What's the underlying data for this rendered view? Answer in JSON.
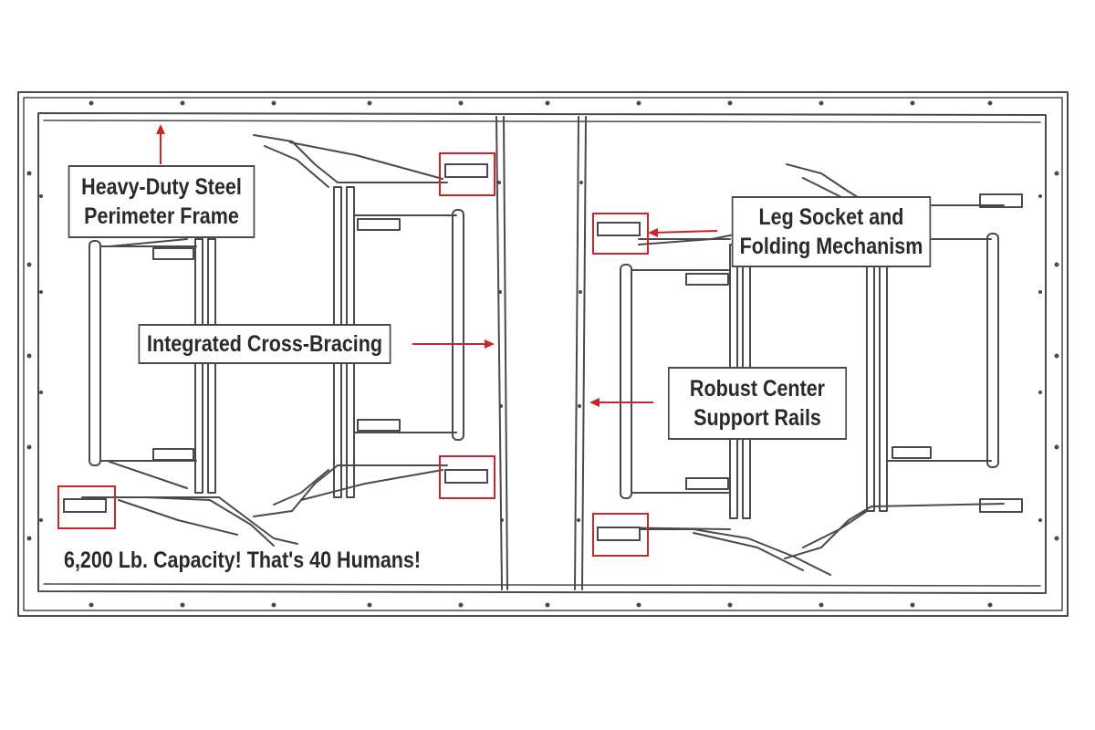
{
  "callouts": {
    "frame": {
      "line1": "Heavy-Duty Steel",
      "line2": "Perimeter Frame"
    },
    "bracing": {
      "line1": "Integrated Cross-Bracing"
    },
    "socket": {
      "line1": "Leg Socket and",
      "line2": "Folding Mechanism"
    },
    "rails": {
      "line1": "Robust Center",
      "line2": "Support Rails"
    }
  },
  "caption": "6,200 Lb. Capacity! That's 40 Humans!",
  "colors": {
    "line": "#4a4a4a",
    "accent": "#c8262b",
    "background": "#ffffff"
  }
}
